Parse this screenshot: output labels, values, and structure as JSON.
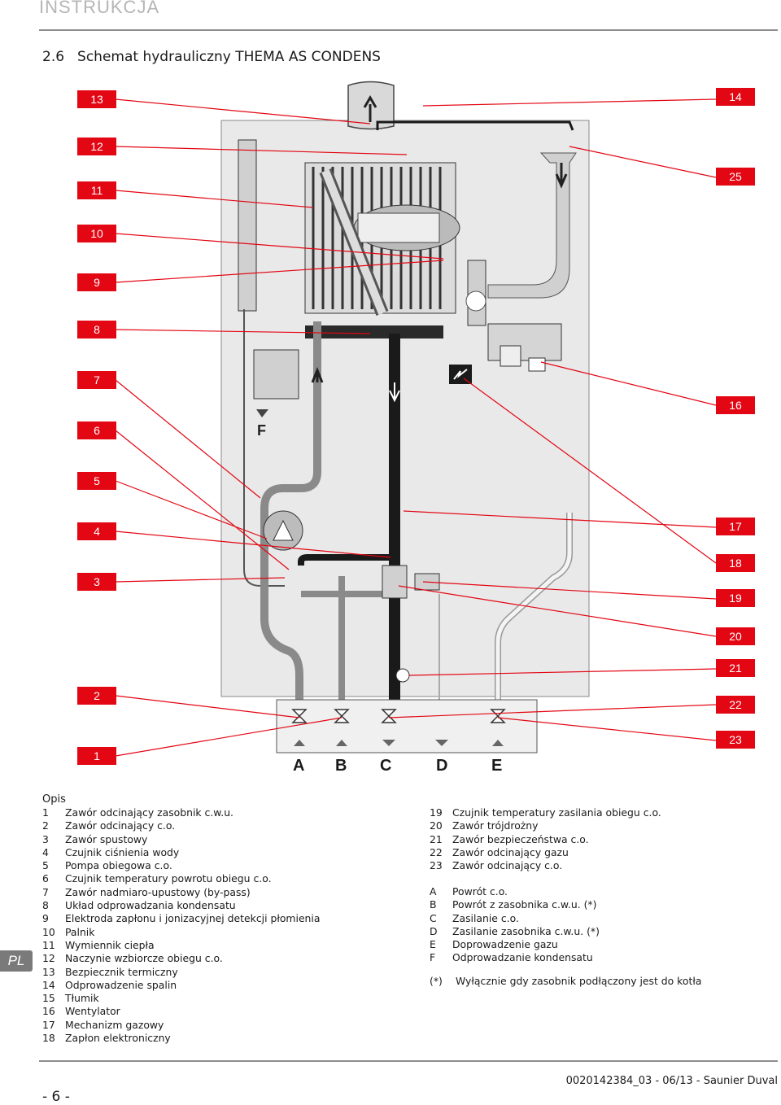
{
  "header": {
    "section": "INSTRUKCJA"
  },
  "title": {
    "number": "2.6",
    "text": "Schemat hydrauliczny THEMA AS CONDENS"
  },
  "callouts_left": [
    "13",
    "12",
    "11",
    "10",
    "9",
    "8",
    "7",
    "6",
    "5",
    "4",
    "3",
    "2",
    "1"
  ],
  "callouts_right": [
    "14",
    "25",
    "16",
    "17",
    "18",
    "19",
    "20",
    "21",
    "22",
    "23"
  ],
  "connection_letters": [
    "A",
    "B",
    "C",
    "D",
    "E"
  ],
  "diagram_labels": {
    "condensate": "F"
  },
  "legend": {
    "heading": "Opis",
    "left": [
      {
        "k": "1",
        "v": "Zawór odcinający zasobnik c.w.u."
      },
      {
        "k": "2",
        "v": "Zawór odcinający c.o."
      },
      {
        "k": "3",
        "v": "Zawór spustowy"
      },
      {
        "k": "4",
        "v": "Czujnik ciśnienia wody"
      },
      {
        "k": "5",
        "v": "Pompa obiegowa c.o."
      },
      {
        "k": "6",
        "v": "Czujnik temperatury powrotu obiegu c.o."
      },
      {
        "k": "7",
        "v": "Zawór nadmiaro-upustowy (by-pass)"
      },
      {
        "k": "8",
        "v": "Układ odprowadzania kondensatu"
      },
      {
        "k": "9",
        "v": "Elektroda zapłonu i jonizacyjnej detekcji płomienia"
      },
      {
        "k": "10",
        "v": "Palnik"
      },
      {
        "k": "11",
        "v": "Wymiennik ciepła"
      },
      {
        "k": "12",
        "v": "Naczynie wzbiorcze obiegu c.o."
      },
      {
        "k": "13",
        "v": "Bezpiecznik termiczny"
      },
      {
        "k": "14",
        "v": "Odprowadzenie spalin"
      },
      {
        "k": "15",
        "v": "Tłumik"
      },
      {
        "k": "16",
        "v": "Wentylator"
      },
      {
        "k": "17",
        "v": "Mechanizm gazowy"
      },
      {
        "k": "18",
        "v": "Zapłon elektroniczny"
      }
    ],
    "right": [
      {
        "k": "19",
        "v": "Czujnik temperatury zasilania obiegu c.o."
      },
      {
        "k": "20",
        "v": "Zawór trójdrożny"
      },
      {
        "k": "21",
        "v": "Zawór bezpieczeństwa c.o."
      },
      {
        "k": "22",
        "v": "Zawór odcinający gazu"
      },
      {
        "k": "23",
        "v": "Zawór odcinający c.o."
      }
    ],
    "letters": [
      {
        "k": "A",
        "v": "Powrót c.o."
      },
      {
        "k": "B",
        "v": "Powrót z zasobnika c.w.u. (*)"
      },
      {
        "k": "C",
        "v": "Zasilanie c.o."
      },
      {
        "k": "D",
        "v": "Zasilanie zasobnika c.w.u. (*)"
      },
      {
        "k": "E",
        "v": "Doprowadzenie gazu"
      },
      {
        "k": "F",
        "v": "Odprowadzanie kondensatu"
      }
    ],
    "note": {
      "k": "(*)",
      "v": "Wyłącznie gdy zasobnik podłączony jest do kotła"
    }
  },
  "side_tab": "PL",
  "footer": {
    "page": "- 6 -",
    "doc": "0020142384_03 - 06/13 - Saunier Duval"
  },
  "colors": {
    "accent": "#e30613",
    "casing": "#e9e9e9",
    "pipe_dark": "#1a1a1a",
    "pipe_gray": "#8a8a8a"
  }
}
